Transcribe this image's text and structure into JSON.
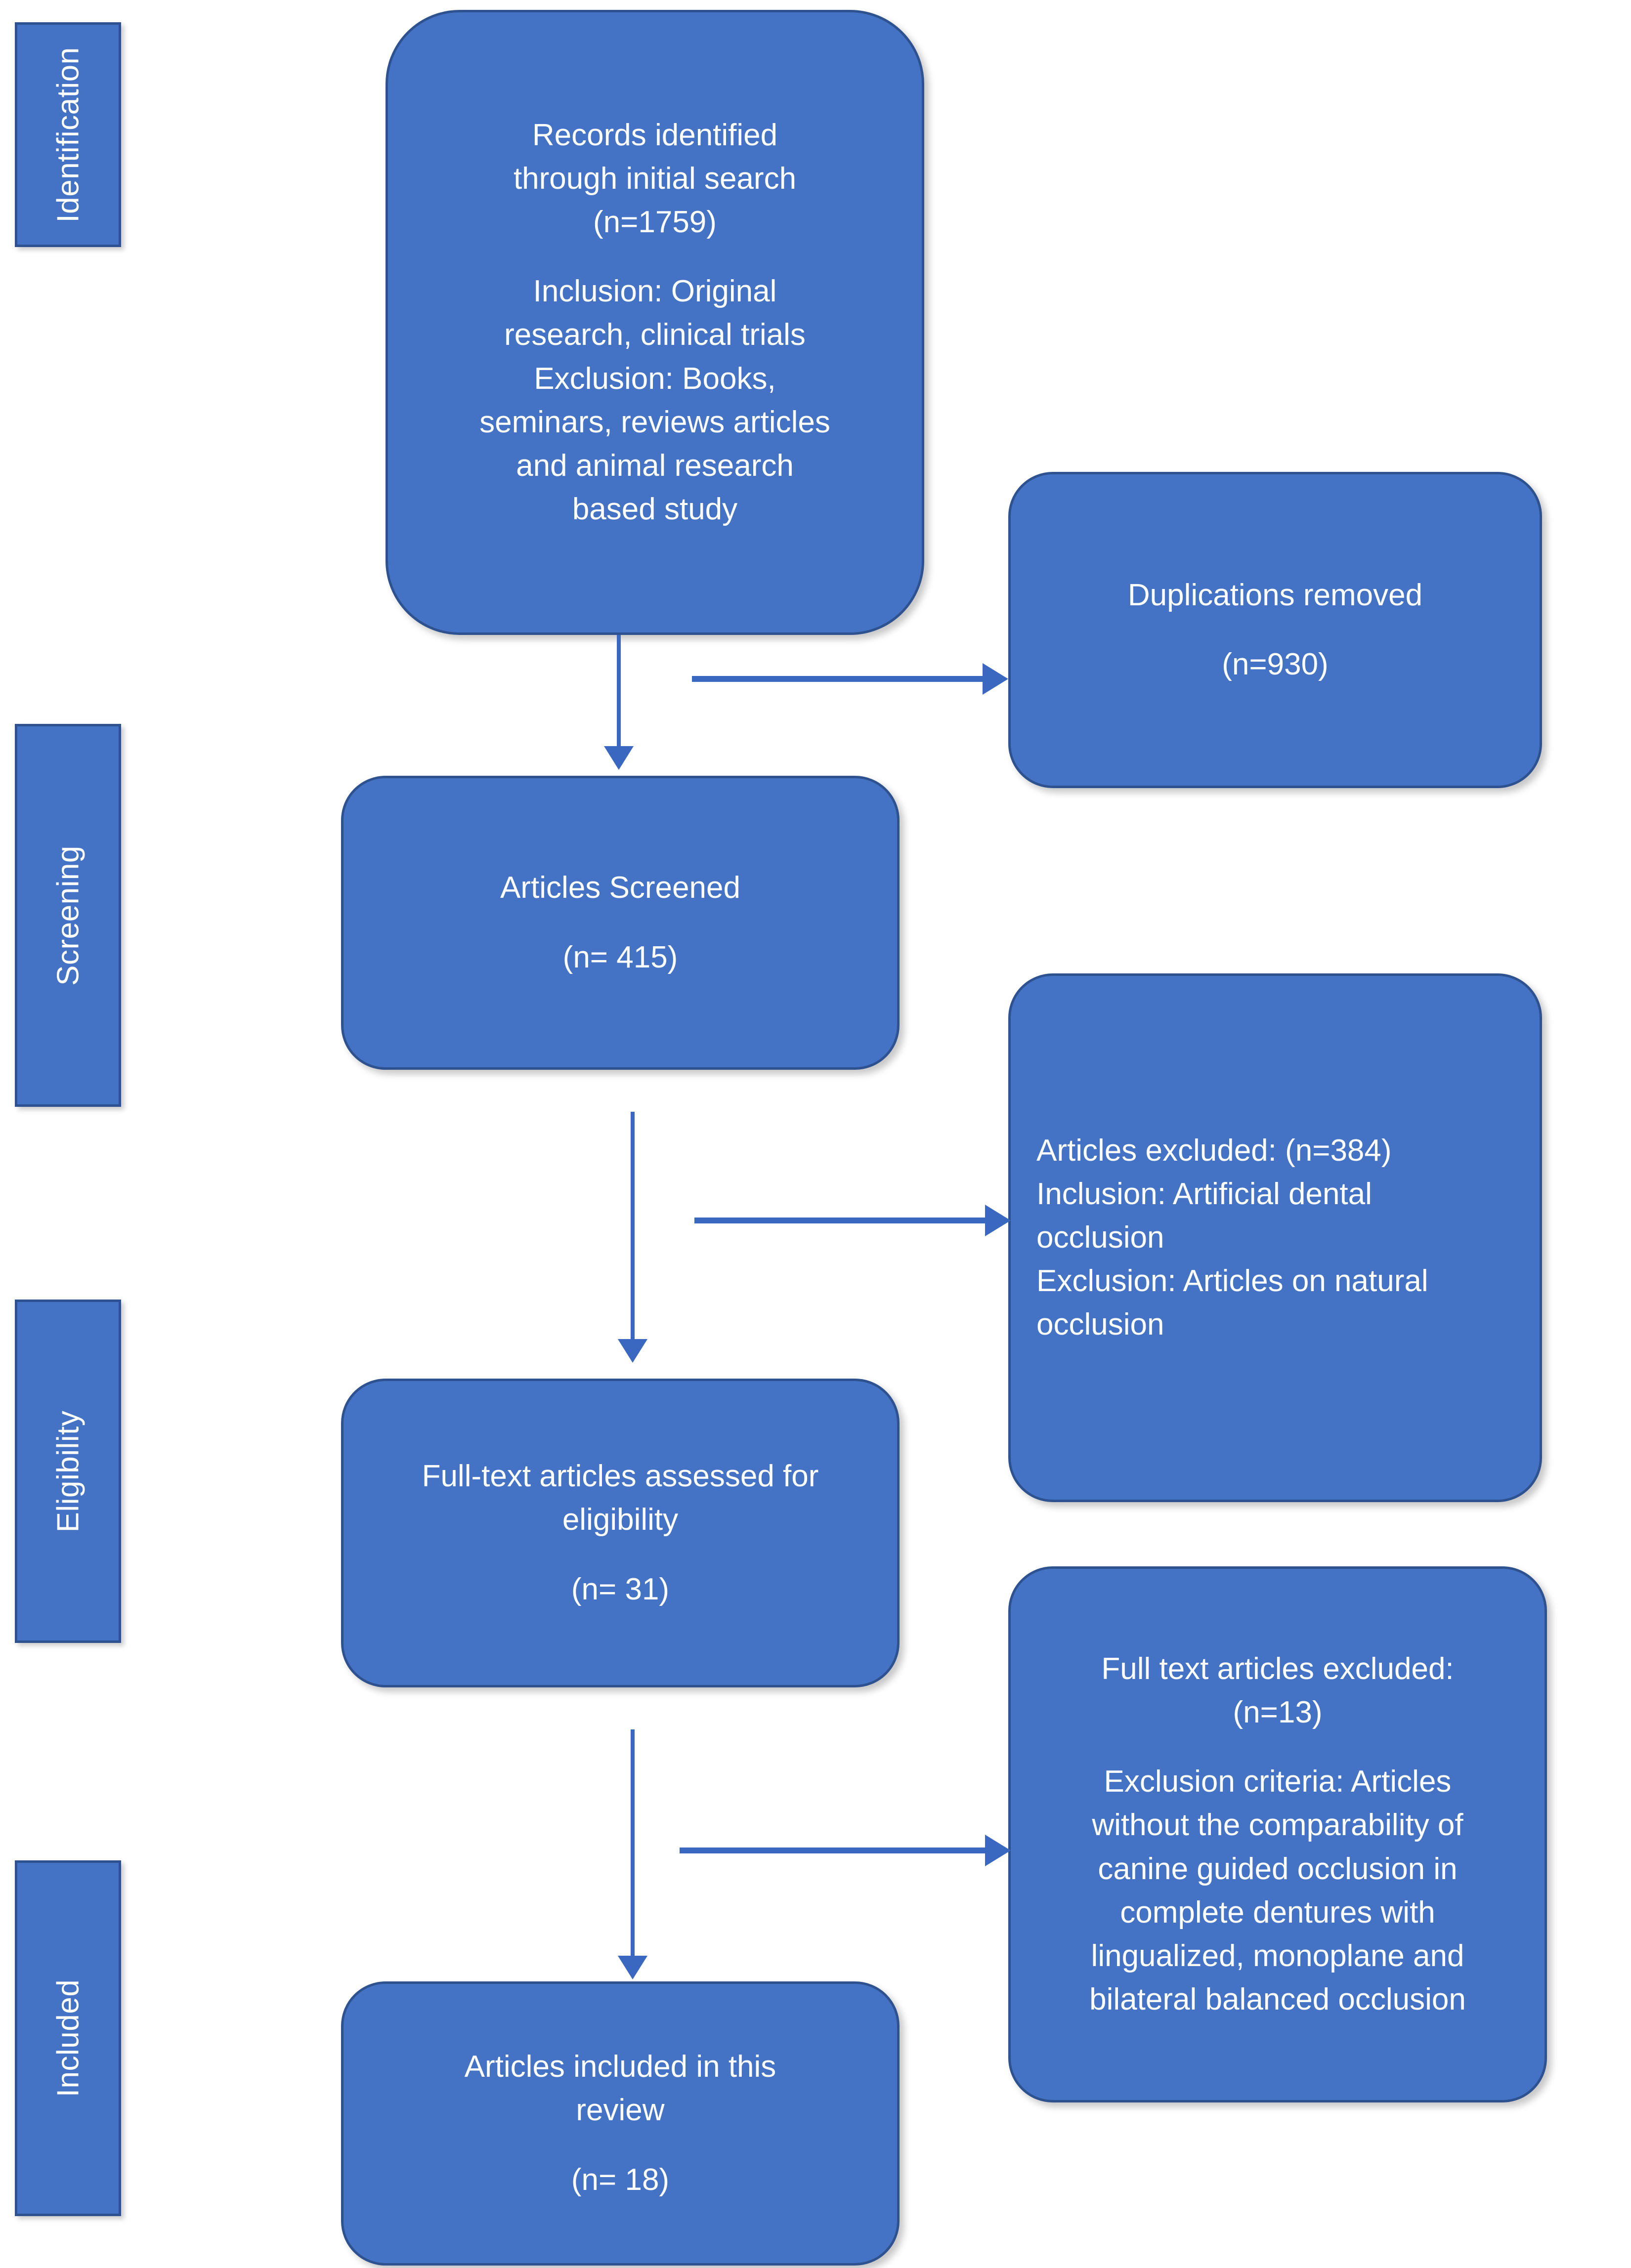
{
  "diagram": {
    "type": "prisma-flow-diagram",
    "accent_color": "#4472C4",
    "border_color": "#2E528F",
    "connector_color": "#3A68C0",
    "text_color": "#FFFFFF",
    "background_color": "#FFFFFF"
  },
  "stages": [
    {
      "id": "identification",
      "label": "Identification"
    },
    {
      "id": "screening",
      "label": "Screening"
    },
    {
      "id": "eligibility",
      "label": "Eligibility"
    },
    {
      "id": "included",
      "label": "Included"
    }
  ],
  "boxes": {
    "records_identified": {
      "lines": [
        "Records identified",
        "through initial search",
        "(n=1759)"
      ],
      "lines2": [
        "Inclusion: Original",
        "research, clinical trials",
        "Exclusion: Books,",
        "seminars, reviews articles",
        "and animal research",
        "based study"
      ]
    },
    "duplications_removed": {
      "lines": [
        "Duplications removed"
      ],
      "lines2": [
        "(n=930)"
      ]
    },
    "articles_screened": {
      "lines": [
        "Articles Screened"
      ],
      "lines2": [
        "(n= 415)"
      ]
    },
    "articles_excluded": {
      "lines": [
        "Articles excluded: (n=384)",
        "Inclusion: Artificial dental",
        "occlusion",
        "Exclusion: Articles on natural",
        "occlusion"
      ]
    },
    "fulltext_assessed": {
      "lines": [
        "Full-text articles assessed for",
        "eligibility"
      ],
      "lines2": [
        "(n= 31)"
      ]
    },
    "fulltext_excluded": {
      "lines": [
        "Full text articles excluded:",
        "(n=13)"
      ],
      "lines2": [
        "Exclusion criteria: Articles",
        "without the comparability of",
        "canine guided occlusion in",
        "complete dentures with",
        "lingualized, monoplane and",
        "bilateral balanced occlusion"
      ]
    },
    "articles_included": {
      "lines": [
        "Articles included in this",
        "review"
      ],
      "lines2": [
        "(n= 18)"
      ]
    }
  },
  "counts": {
    "records_identified": 1759,
    "duplications_removed": 930,
    "articles_screened": 415,
    "articles_excluded": 384,
    "fulltext_assessed": 31,
    "fulltext_excluded": 13,
    "articles_included": 18
  }
}
